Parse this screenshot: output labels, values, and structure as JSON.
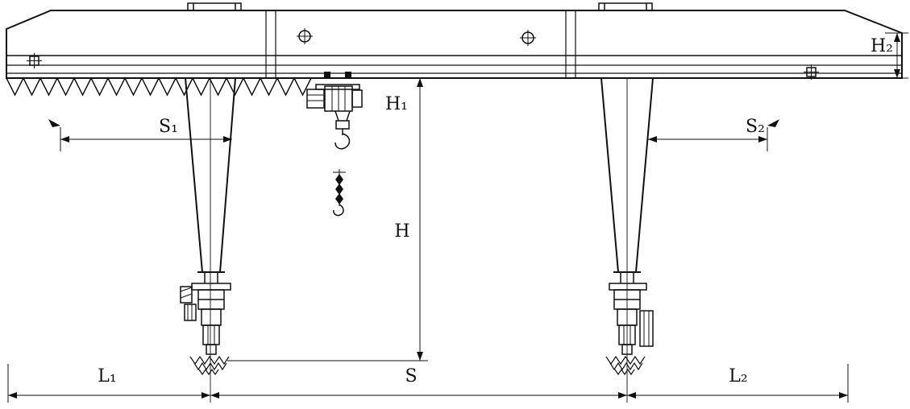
{
  "diagram": {
    "colors": {
      "line": "#111111",
      "background": "#ffffff"
    },
    "dimensions": {
      "h2": "H₂",
      "h1": "H₁",
      "h": "H",
      "s1": "S₁",
      "s2": "S₂",
      "s": "S",
      "l1": "L₁",
      "l2": "L₂"
    }
  }
}
